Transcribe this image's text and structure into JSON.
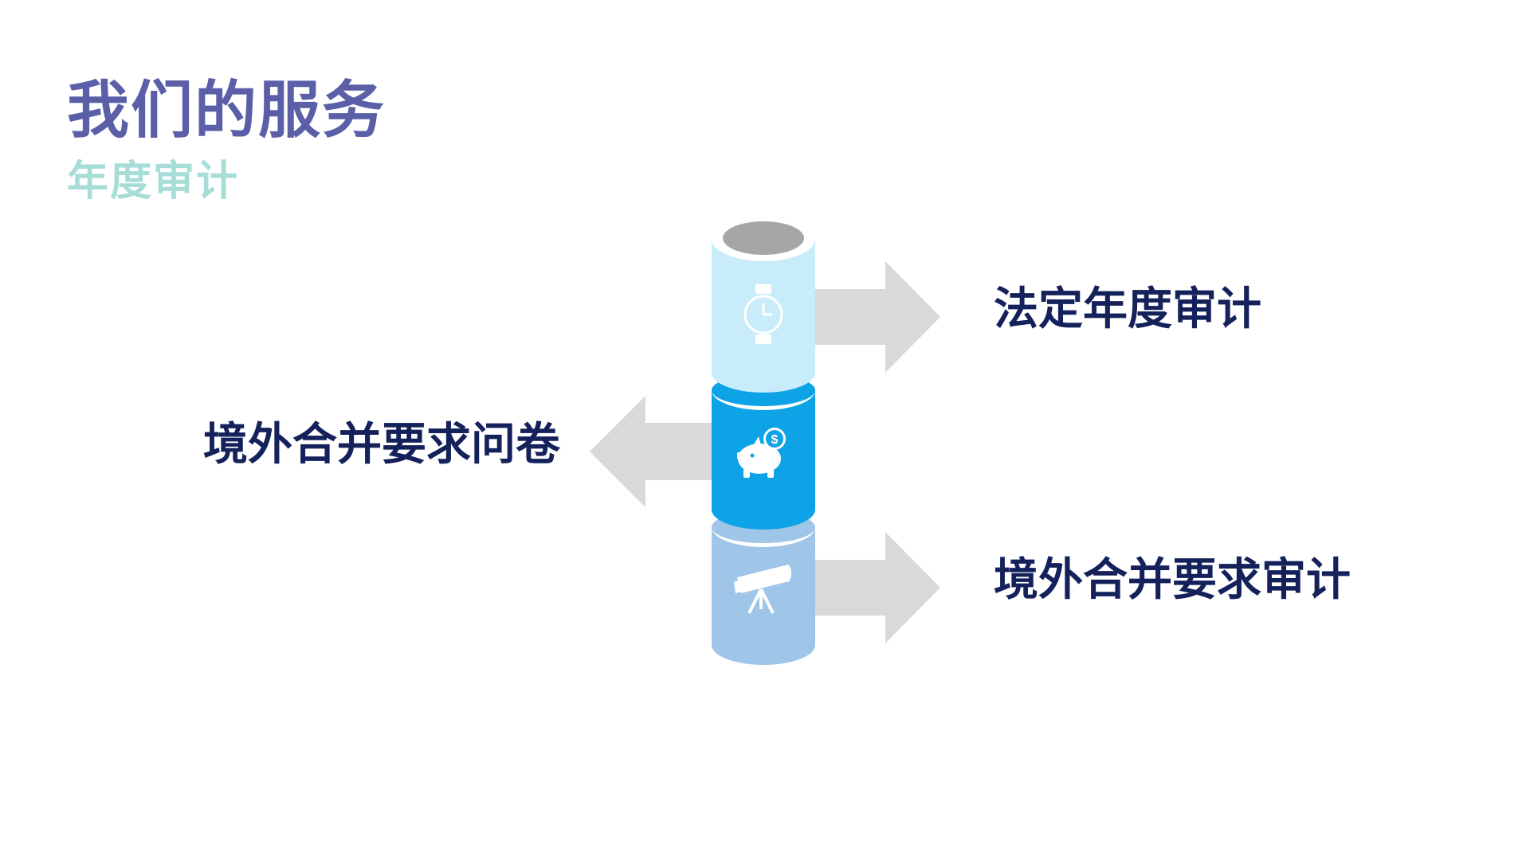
{
  "header": {
    "title": "我们的服务",
    "subtitle": "年度审计"
  },
  "services": [
    {
      "label": "法定年度审计",
      "icon": "watch-icon",
      "color": "#c9ecfb"
    },
    {
      "label": "境外合并要求问卷",
      "icon": "piggy-bank-dollar-icon",
      "color": "#0ea3e6"
    },
    {
      "label": "境外合并要求审计",
      "icon": "telescope-icon",
      "color": "#9fc5e8"
    }
  ],
  "colors": {
    "title": "#5a5fa8",
    "subtitle": "#a6ddd6",
    "label": "#14215a",
    "arrow": "#d9d9d9",
    "cylinder_top": "#a6a6a6"
  }
}
